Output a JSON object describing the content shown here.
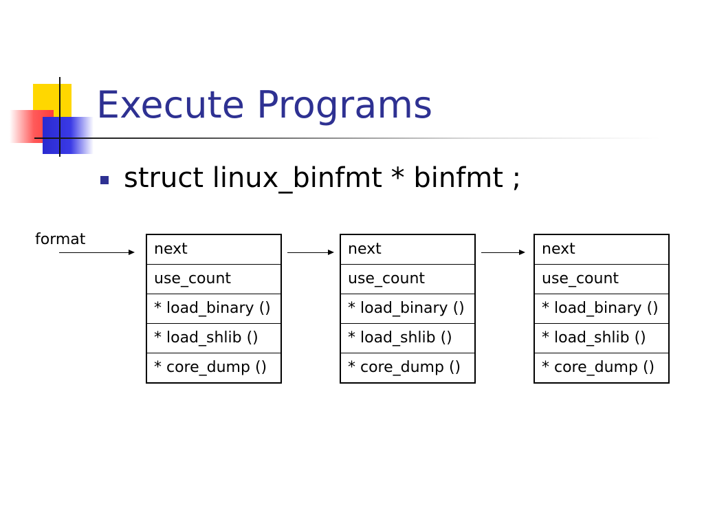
{
  "slide": {
    "title": "Execute Programs",
    "bullets": [
      "struct linux_binfmt * binfmt ;"
    ]
  },
  "diagram": {
    "pointer_label": "format",
    "structs": [
      {
        "fields": [
          "next",
          "use_count",
          "* load_binary ()",
          "* load_shlib ()",
          "* core_dump ()"
        ]
      },
      {
        "fields": [
          "next",
          "use_count",
          "* load_binary ()",
          "* load_shlib ()",
          "* core_dump ()"
        ]
      },
      {
        "fields": [
          "next",
          "use_count",
          "* load_binary ()",
          "* load_shlib ()",
          "* core_dump ()"
        ]
      }
    ]
  },
  "colors": {
    "title": "#2e3192",
    "bullet": "#2e3192",
    "accent_yellow": "#ffd700",
    "accent_red": "#ff3b3b",
    "accent_blue": "#2a2ad0"
  }
}
